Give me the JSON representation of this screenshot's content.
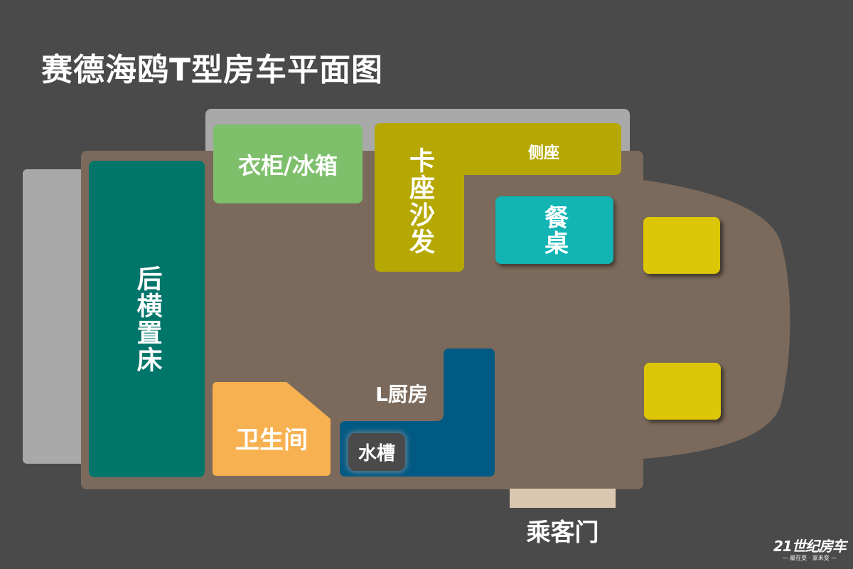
{
  "title": "赛德海鸥T型房车平面图",
  "areas": {
    "rear_bed": "后横置床",
    "wardrobe_fridge": "衣柜/冰箱",
    "booth_sofa": "卡座沙发",
    "side_seat": "侧座",
    "dining_table": "餐桌",
    "bathroom": "卫生间",
    "l_kitchen": "L厨房",
    "sink": "水槽",
    "passenger_door": "乘客门"
  },
  "logo": {
    "main": "21世纪房车",
    "sub": "— 最在变 · 家未变 —"
  },
  "colors": {
    "background": "#4a4a4a",
    "floor": "#7b6a5b",
    "bed": "#00756a",
    "wardrobe": "#7dbf6b",
    "sofa": "#b6a803",
    "dining": "#12b4b4",
    "seats": "#dcc607",
    "bathroom": "#f7b150",
    "kitchen": "#005a84",
    "door": "#d9c7b0",
    "covers": "#a9a9a9"
  }
}
